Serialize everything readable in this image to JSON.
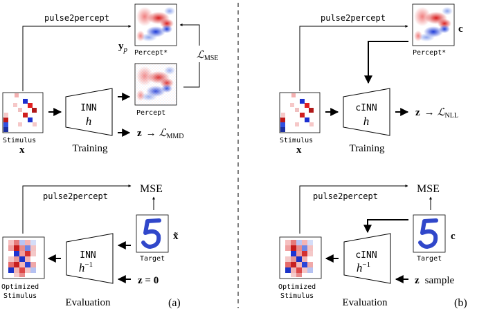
{
  "panel_a": {
    "pulse_label_top": "pulse2percept",
    "yp_label": "y",
    "yp_sub": "p",
    "percept_star_label": "Percept*",
    "percept_label": "Percept",
    "loss_mse": "ℒ",
    "loss_mse_sub": "MSE",
    "stimulus_label": "Stimulus",
    "x_label": "x",
    "inn_label": "INN",
    "h_label": "h",
    "training_label": "Training",
    "z_label": "z",
    "arrow_to": "→",
    "loss_mmd": "ℒ",
    "loss_mmd_sub": "MMD",
    "pulse_label_bottom": "pulse2percept",
    "mse_label": "MSE",
    "x_tilde_label": "x̃",
    "target_label": "Target",
    "inn_label_eval": "INN",
    "h_inv_label": "h",
    "h_inv_sup": "−1",
    "z_zero_label": "z = 0",
    "optimized_label_1": "Optimized",
    "optimized_label_2": "Stimulus",
    "evaluation_label": "Evaluation",
    "panel_tag": "(a)"
  },
  "panel_b": {
    "pulse_label_top": "pulse2percept",
    "c_label_top": "c",
    "percept_star_label": "Percept*",
    "stimulus_label": "Stimulus",
    "x_label": "x",
    "cinn_label": "cINN",
    "h_label": "h",
    "training_label": "Training",
    "z_label": "z",
    "arrow_to": "→",
    "loss_nll": "ℒ",
    "loss_nll_sub": "NLL",
    "pulse_label_bottom": "pulse2percept",
    "mse_label": "MSE",
    "c_label_bottom": "c",
    "target_label": "Target",
    "cinn_label_eval": "cINN",
    "h_inv_label": "h",
    "h_inv_sup": "−1",
    "z_sample_label": "z",
    "sample_label": "sample",
    "optimized_label_1": "Optimized",
    "optimized_label_2": "Stimulus",
    "evaluation_label": "Evaluation",
    "panel_tag": "(b)"
  }
}
